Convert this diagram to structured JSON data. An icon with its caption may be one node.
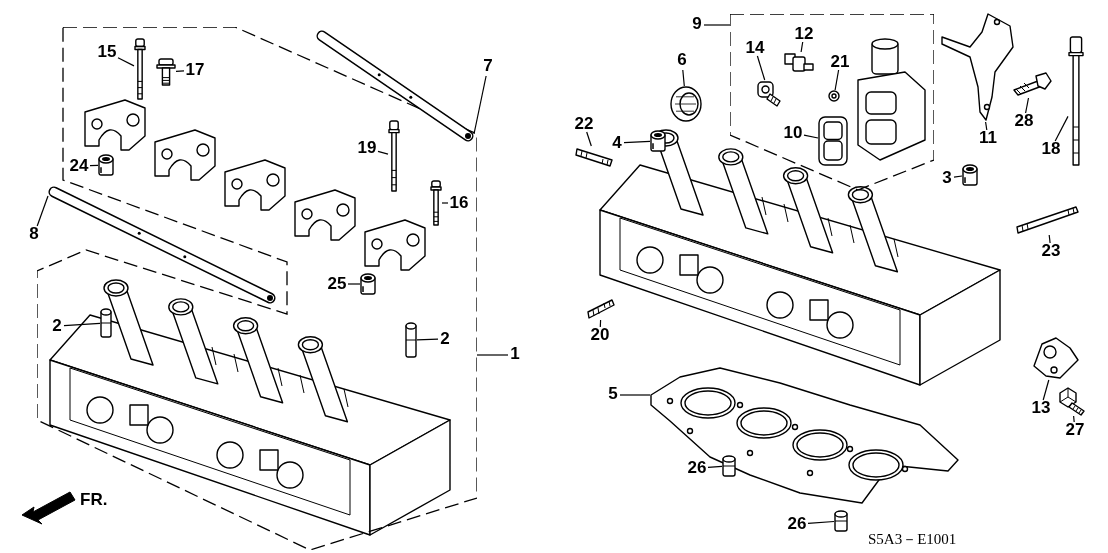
{
  "diagram": {
    "nodes": [
      {
        "text": [],
        "shape": "box"
      },
      {
        "text": [
          "1"
        ]
      },
      {
        "text": [
          "15"
        ],
        "in": 0
      },
      {
        "text": [],
        "shape": "picture",
        "in": 0
      },
      {
        "text": [
          "17"
        ],
        "in": 0
      },
      {
        "text": [],
        "shape": "picture",
        "in": 0
      },
      {
        "text": [
          "7"
        ]
      },
      {
        "text": [],
        "shape": "picture"
      },
      {
        "text": [
          "24"
        ],
        "in": 0
      },
      {
        "text": [],
        "shape": "cylinder",
        "in": 0
      },
      {
        "text": [
          "19"
        ],
        "in": 0
      },
      {
        "text": [],
        "shape": "picture",
        "in": 0
      },
      {
        "text": [
          "16"
        ],
        "in": 0
      },
      {
        "text": [],
        "shape": "picture",
        "in": 0
      },
      {
        "text": [
          "8"
        ]
      },
      {
        "text": [],
        "shape": "picture"
      },
      {
        "text": [
          "25"
        ],
        "in": 0
      },
      {
        "text": [],
        "shape": "cylinder",
        "in": 0
      },
      {
        "text": [
          "2"
        ],
        "in": 0
      },
      {
        "text": [],
        "shape": "cylinder",
        "in": 0
      },
      {
        "text": [
          "2"
        ],
        "in": 0
      },
      {
        "text": [],
        "shape": "cylinder",
        "in": 0
      },
      {
        "text": [],
        "shape": "box"
      },
      {
        "text": [
          "9"
        ]
      },
      {
        "text": [
          "6"
        ]
      },
      {
        "text": [],
        "shape": "picture"
      },
      {
        "text": [
          "22"
        ]
      },
      {
        "text": [],
        "shape": "picture"
      },
      {
        "text": [
          "4"
        ]
      },
      {
        "text": [],
        "shape": "cylinder"
      },
      {
        "text": [
          "14"
        ],
        "in": 22
      },
      {
        "text": [],
        "shape": "picture",
        "in": 22
      },
      {
        "text": [
          "12"
        ],
        "in": 22
      },
      {
        "text": [],
        "shape": "picture",
        "in": 22
      },
      {
        "text": [
          "21"
        ],
        "in": 22
      },
      {
        "text": [],
        "shape": "picture",
        "in": 22
      },
      {
        "text": [
          "10"
        ],
        "in": 22
      },
      {
        "text": [],
        "shape": "picture",
        "in": 22
      },
      {
        "text": [
          "11"
        ]
      },
      {
        "text": [],
        "shape": "picture"
      },
      {
        "text": [
          "28"
        ]
      },
      {
        "text": [],
        "shape": "picture"
      },
      {
        "text": [
          "18"
        ]
      },
      {
        "text": [],
        "shape": "picture"
      },
      {
        "text": [
          "3"
        ]
      },
      {
        "text": [],
        "shape": "cylinder"
      },
      {
        "text": [
          "23"
        ]
      },
      {
        "text": [],
        "shape": "picture"
      },
      {
        "text": [
          "20"
        ]
      },
      {
        "text": [],
        "shape": "picture"
      },
      {
        "text": [
          "5"
        ]
      },
      {
        "text": [],
        "shape": "picture"
      },
      {
        "text": [
          "13"
        ]
      },
      {
        "text": [],
        "shape": "picture"
      },
      {
        "text": [
          "27"
        ]
      },
      {
        "text": [],
        "shape": "picture"
      },
      {
        "text": [
          "26"
        ]
      },
      {
        "text": [],
        "shape": "cylinder"
      },
      {
        "text": [
          "26"
        ]
      },
      {
        "text": [],
        "shape": "cylinder"
      }
    ],
    "edges": [
      {
        "from": 1,
        "to": 0,
        "arrow": "none"
      },
      {
        "from": 2,
        "to": 3,
        "arrow": "none"
      },
      {
        "from": 4,
        "to": 5,
        "arrow": "none"
      },
      {
        "from": 6,
        "to": 7,
        "arrow": "none"
      },
      {
        "from": 8,
        "to": 9,
        "arrow": "none"
      },
      {
        "from": 10,
        "to": 11,
        "arrow": "none"
      },
      {
        "from": 12,
        "to": 13,
        "arrow": "none"
      },
      {
        "from": 14,
        "to": 15,
        "arrow": "none"
      },
      {
        "from": 16,
        "to": 17,
        "arrow": "none"
      },
      {
        "from": 18,
        "to": 19,
        "arrow": "none"
      },
      {
        "from": 20,
        "to": 21,
        "arrow": "none"
      },
      {
        "from": 23,
        "to": 22,
        "arrow": "none"
      },
      {
        "from": 24,
        "to": 25,
        "arrow": "none"
      },
      {
        "from": 26,
        "to": 27,
        "arrow": "none"
      },
      {
        "from": 28,
        "to": 29,
        "arrow": "none"
      },
      {
        "from": 30,
        "to": 31,
        "arrow": "none"
      },
      {
        "from": 32,
        "to": 33,
        "arrow": "none"
      },
      {
        "from": 34,
        "to": 35,
        "arrow": "none"
      },
      {
        "from": 36,
        "to": 37,
        "arrow": "none"
      },
      {
        "from": 38,
        "to": 39,
        "arrow": "none"
      },
      {
        "from": 40,
        "to": 41,
        "arrow": "none"
      },
      {
        "from": 42,
        "to": 43,
        "arrow": "none"
      },
      {
        "from": 44,
        "to": 45,
        "arrow": "none"
      },
      {
        "from": 46,
        "to": 47,
        "arrow": "none"
      },
      {
        "from": 48,
        "to": 49,
        "arrow": "none"
      },
      {
        "from": 50,
        "to": 51,
        "arrow": "none"
      },
      {
        "from": 52,
        "to": 53,
        "arrow": "none"
      },
      {
        "from": 54,
        "to": 55,
        "arrow": "none"
      },
      {
        "from": 56,
        "to": 57,
        "arrow": "none"
      },
      {
        "from": 58,
        "to": 59,
        "arrow": "none"
      }
    ],
    "labels": [
      "FR.",
      "S5A3－E1001"
    ]
  }
}
